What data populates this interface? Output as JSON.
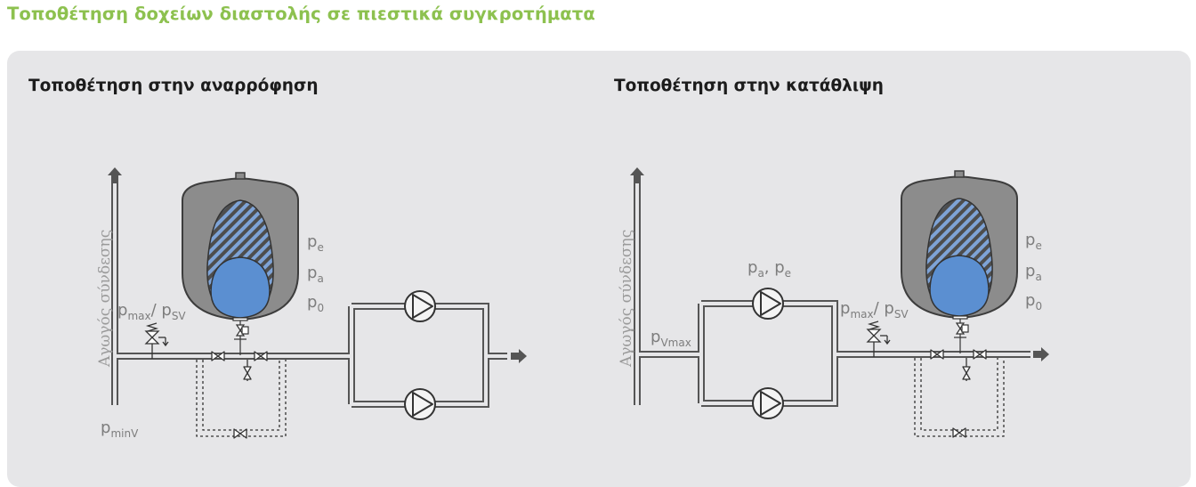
{
  "header": {
    "title": "Τοποθέτηση δοχείων διαστολής σε πιεστικά συγκροτήματα"
  },
  "left": {
    "title": "Τοποθέτηση στην αναρρόφηση",
    "pipe_label": "Αγωγός σύνδεσης",
    "pmax_base": "p",
    "pmax_sub": "max",
    "pmax_sep": "/ p",
    "psv_sub": "SV",
    "pminv_base": "p",
    "pminv_sub": "minV",
    "pe_base": "p",
    "pe_sub": "e",
    "pa_base": "p",
    "pa_sub": "a",
    "p0_base": "p",
    "p0_sub": "0"
  },
  "right": {
    "title": "Τοποθέτηση στην κατάθλιψη",
    "pipe_label": "Αγωγός σύνδεσης",
    "pvmax_base": "p",
    "pvmax_sub": "Vmax",
    "pae_base": "p",
    "pae_sub1": "a",
    "pae_sep": ", p",
    "pae_sub2": "e",
    "pmax_base": "p",
    "pmax_sub": "max",
    "pmax_sep": "/ p",
    "psv_sub": "SV",
    "pe_base": "p",
    "pe_sub": "e",
    "pa_base": "p",
    "pa_sub": "a",
    "p0_base": "p",
    "p0_sub": "0"
  },
  "colors": {
    "title_green": "#8dc14f",
    "panel": "#e6e6e8",
    "vessel": "#8c8c8c",
    "membrane": "#5b8fd1",
    "pipe": "#555555"
  }
}
